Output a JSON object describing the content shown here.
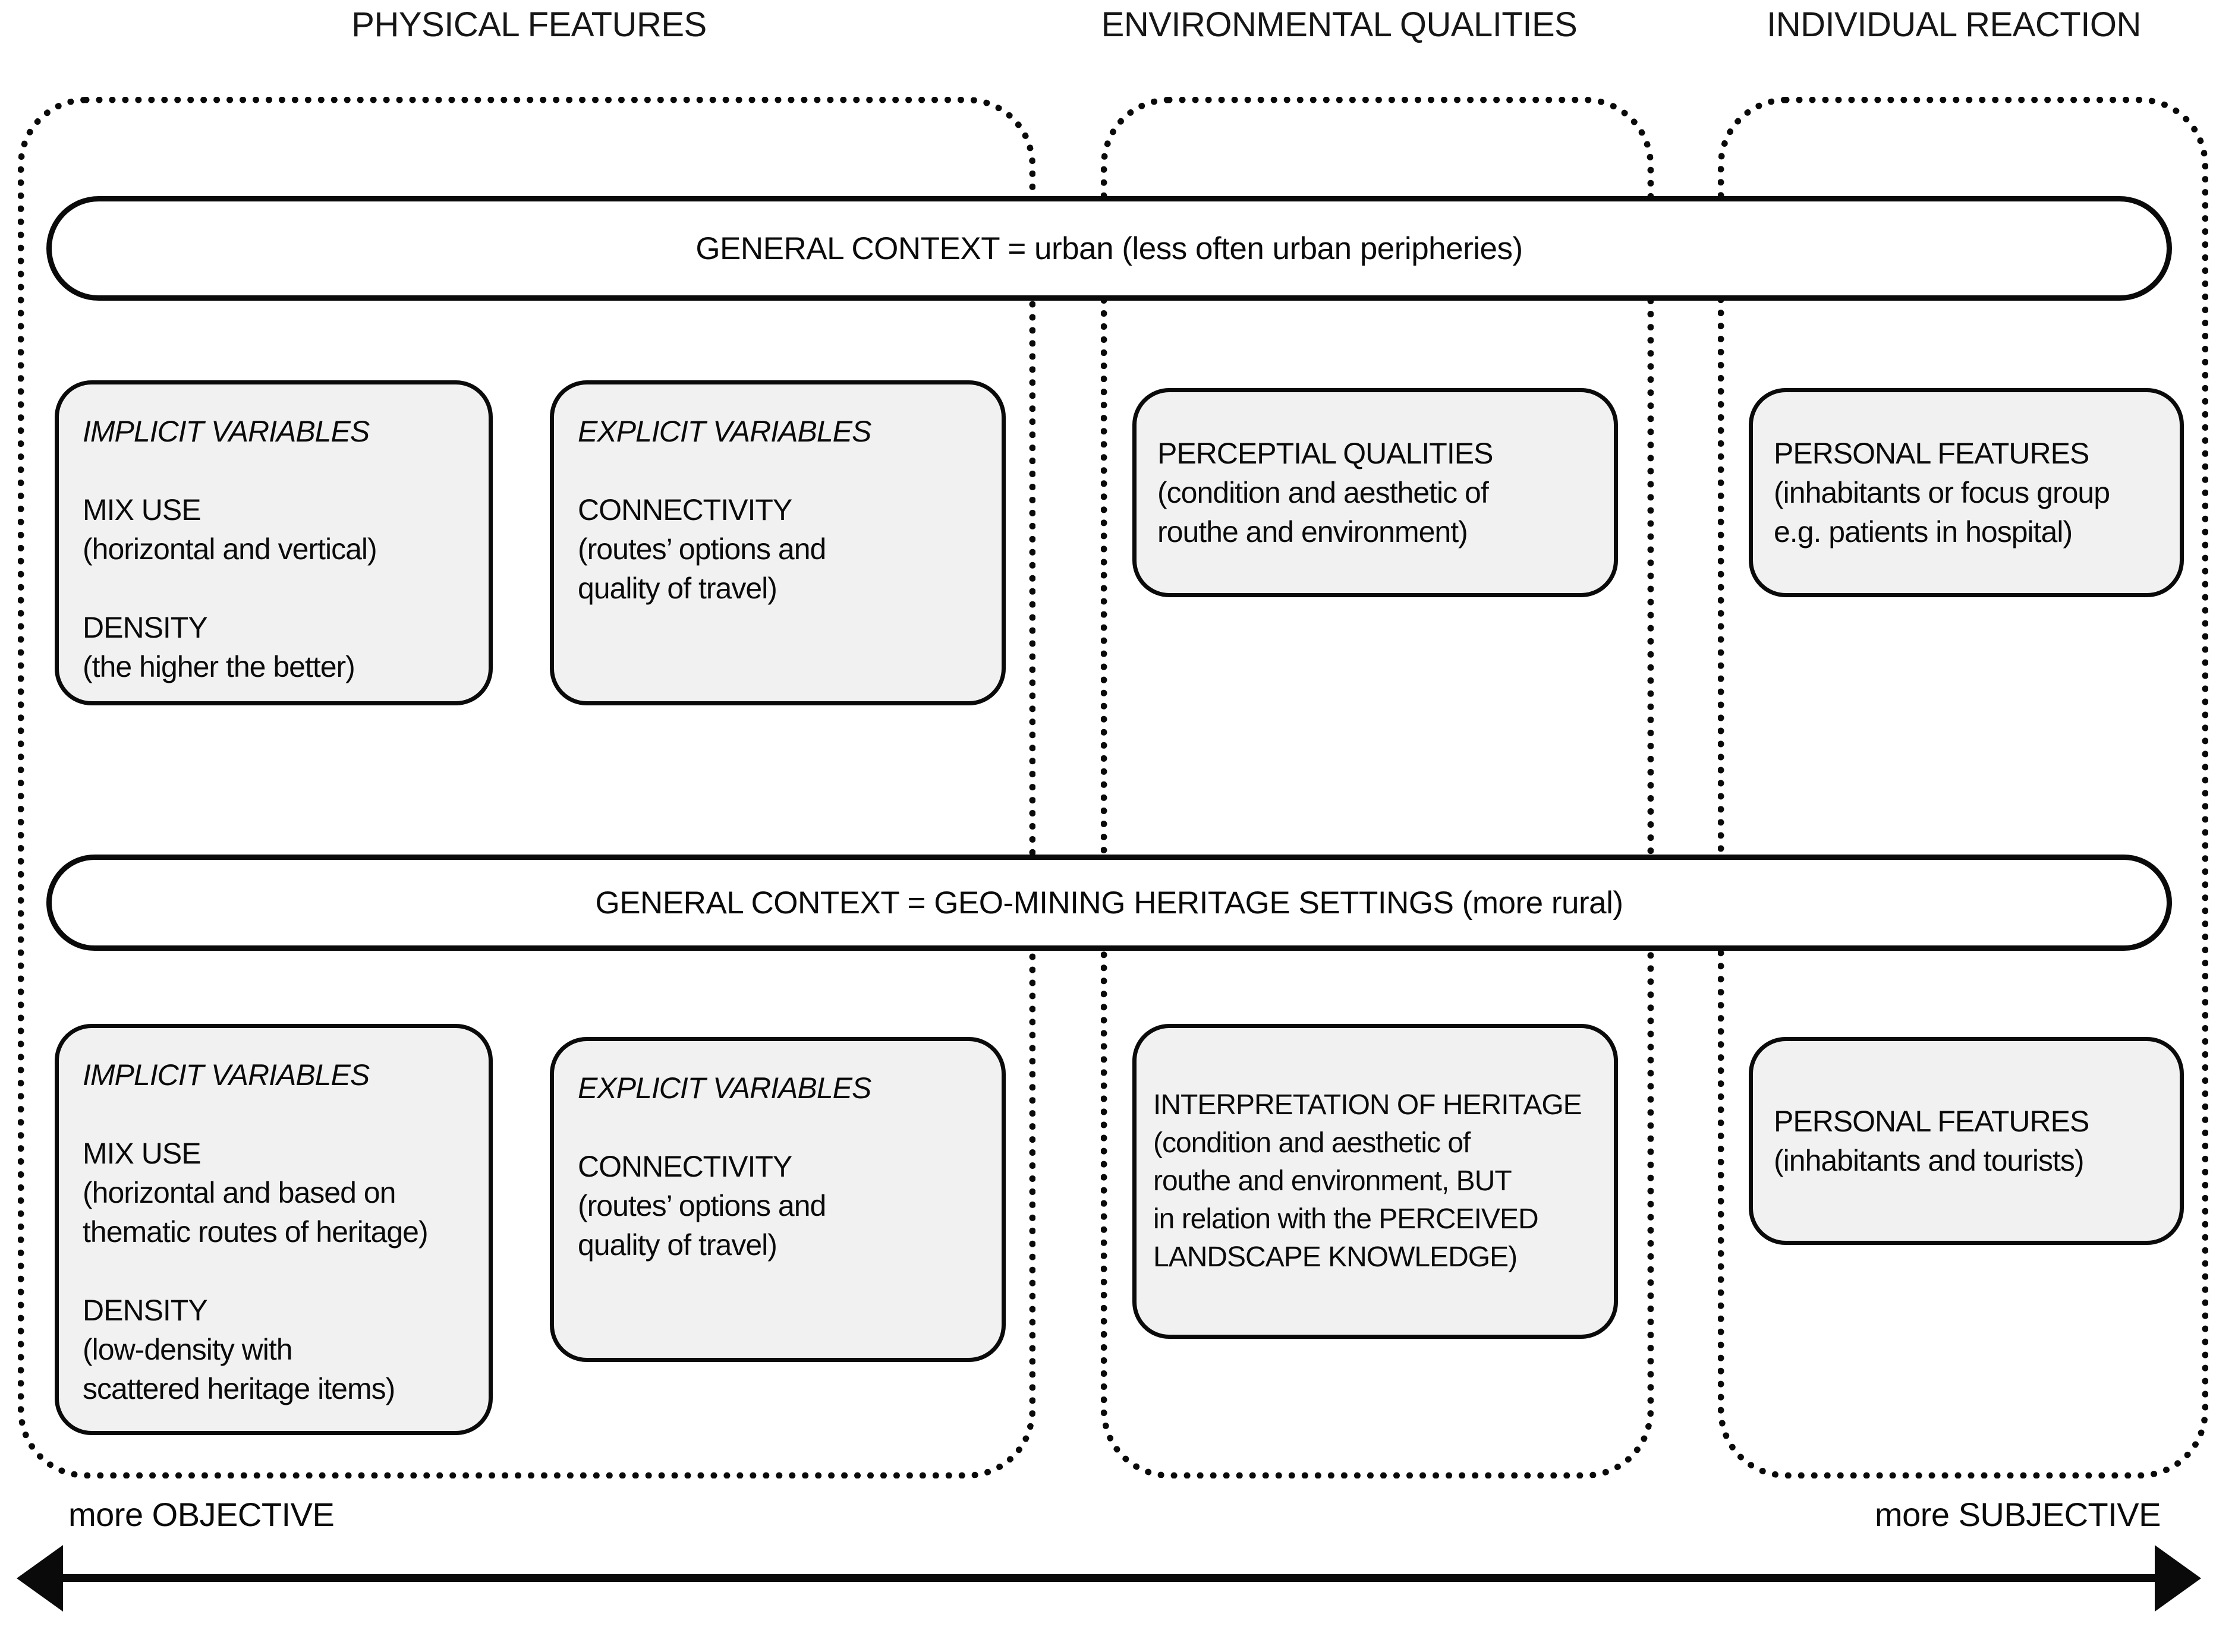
{
  "headers": {
    "physical": "PHYSICAL FEATURES",
    "environmental": "ENVIRONMENTAL QUALITIES",
    "individual": "INDIVIDUAL REACTION"
  },
  "context_bars": {
    "urban": "GENERAL CONTEXT = urban (less often urban peripheries)",
    "geo_mining": "GENERAL CONTEXT = GEO-MINING HERITAGE SETTINGS (more rural)"
  },
  "urban_row": {
    "implicit": {
      "title": "IMPLICIT VARIABLES",
      "body": "MIX USE\n(horizontal and vertical)\n\nDENSITY\n(the higher the better)"
    },
    "explicit": {
      "title": "EXPLICIT VARIABLES",
      "body": "CONNECTIVITY\n(routes’ options and\nquality of travel)"
    },
    "perceptual": {
      "title": "PERCEPTIAL QUALITIES",
      "body": "(condition and aesthetic of\nrouthe and environment)"
    },
    "personal": {
      "title": "PERSONAL FEATURES",
      "body": "(inhabitants or focus group\ne.g. patients in hospital)"
    }
  },
  "heritage_row": {
    "implicit": {
      "title": "IMPLICIT VARIABLES",
      "body": "MIX USE\n(horizontal and based on\nthematic routes of heritage)\n\nDENSITY\n(low-density with\nscattered heritage items)"
    },
    "explicit": {
      "title": "EXPLICIT VARIABLES",
      "body": "CONNECTIVITY\n(routes’ options and\nquality of travel)"
    },
    "interpretation": {
      "title": "INTERPRETATION OF HERITAGE",
      "body": "(condition and aesthetic of\nrouthe and environment, BUT\nin relation with the PERCEIVED\nLANDSCAPE KNOWLEDGE)"
    },
    "personal": {
      "title": "PERSONAL FEATURES",
      "body": "(inhabitants and tourists)"
    }
  },
  "axis": {
    "left": "more OBJECTIVE",
    "right": "more SUBJECTIVE"
  },
  "colors": {
    "box_fill": "#f1f1f1",
    "line": "#0a0a0a",
    "background": "#ffffff"
  }
}
